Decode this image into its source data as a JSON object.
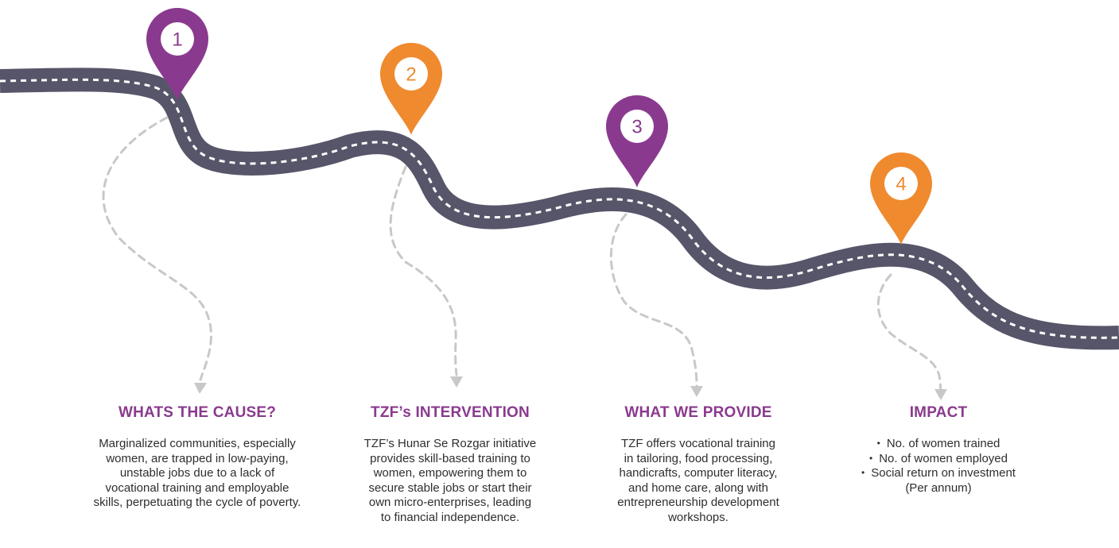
{
  "colors": {
    "road": "#575569",
    "road_line": "#ffffff",
    "purple": "#8a3a8e",
    "orange": "#ef8a2f",
    "connector": "#c8c8c8",
    "body_text": "#2e2e2e"
  },
  "steps": [
    {
      "number": "1",
      "color": "purple",
      "title": "WHATS THE CAUSE?",
      "lines": [
        "Marginalized communities, especially",
        "women, are trapped in low-paying,",
        "unstable jobs due to a lack of",
        "vocational training and employable",
        "skills, perpetuating the cycle of poverty."
      ]
    },
    {
      "number": "2",
      "color": "orange",
      "title": "TZF’s INTERVENTION",
      "lines": [
        "TZF’s Hunar Se Rozgar initiative",
        "provides skill-based training to",
        "women, empowering them to",
        "secure stable jobs or start their",
        "own micro-enterprises, leading",
        "to financial independence."
      ]
    },
    {
      "number": "3",
      "color": "purple",
      "title": "WHAT WE PROVIDE",
      "lines": [
        "TZF offers vocational training",
        "in tailoring, food processing,",
        "handicrafts, computer literacy,",
        "and home care, along with",
        "entrepreneurship development",
        "workshops."
      ]
    },
    {
      "number": "4",
      "color": "orange",
      "title": "IMPACT",
      "bullets": [
        "No. of women trained",
        "No. of women employed",
        "Social return on investment"
      ],
      "note": "(Per annum)"
    }
  ],
  "icons": {
    "pin": "map-pin-icon",
    "arrow": "arrow-down-icon"
  }
}
